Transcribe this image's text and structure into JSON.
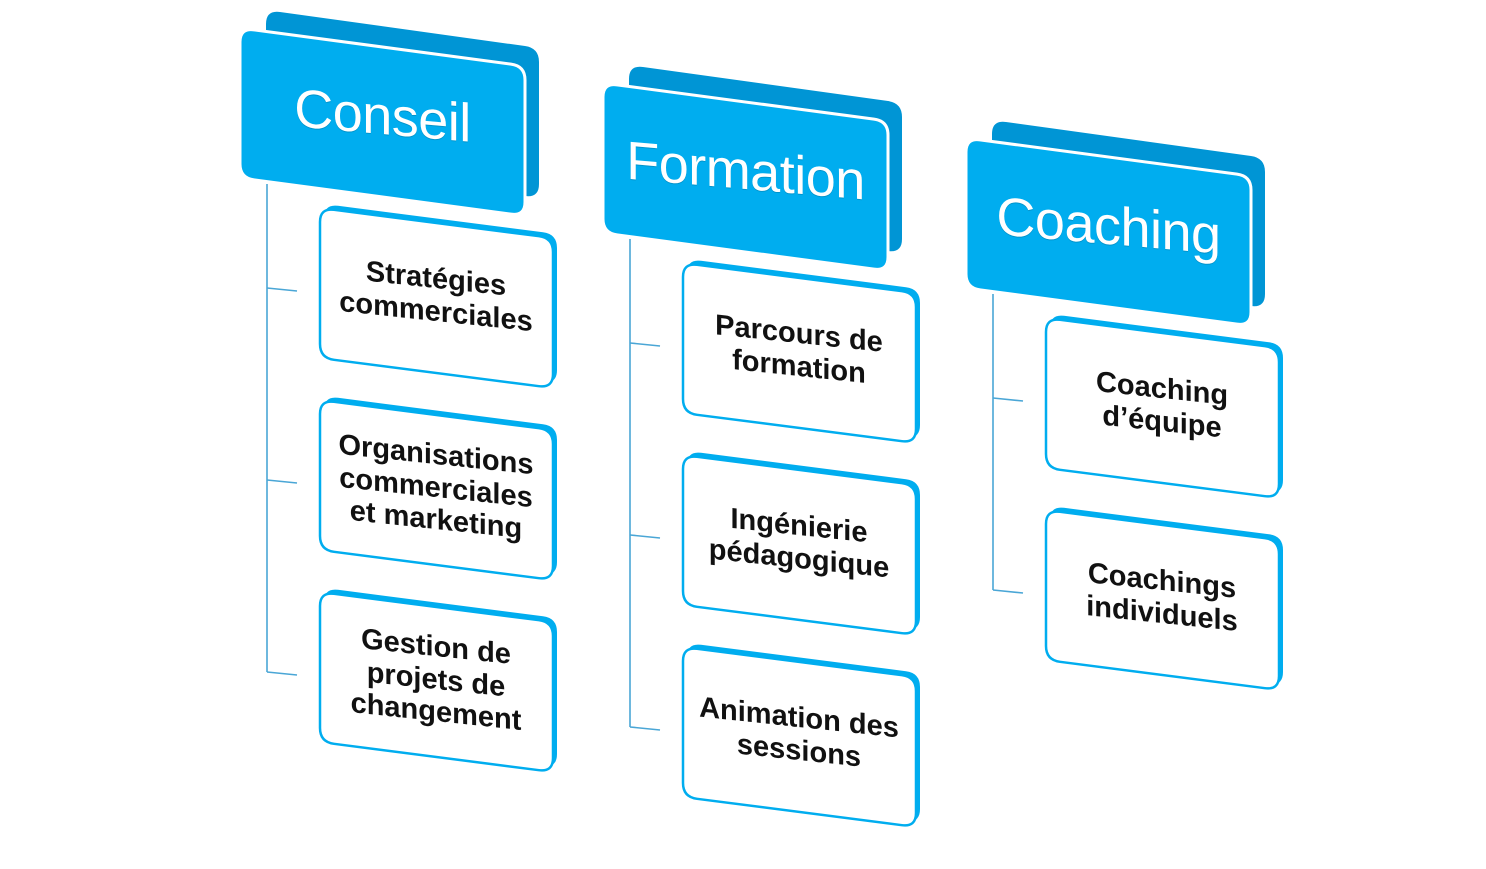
{
  "diagram": {
    "colors": {
      "header_fill": "#00adef",
      "header_side": "#0095d5",
      "header_edge": "#ffffff",
      "child_fill": "#ffffff",
      "child_border": "#00adef",
      "connector": "#4aa6d6",
      "child_text": "#111111",
      "header_text": "#ffffff"
    },
    "columns": [
      {
        "header": "Conseil",
        "children": [
          {
            "label": "Stratégies\ncommerciales"
          },
          {
            "label": "Organisations\ncommerciales\net marketing"
          },
          {
            "label": "Gestion de\nprojets de\nchangement"
          }
        ]
      },
      {
        "header": "Formation",
        "children": [
          {
            "label": "Parcours de\nformation"
          },
          {
            "label": "Ingénierie\npédagogique"
          },
          {
            "label": "Animation des\nsessions"
          }
        ]
      },
      {
        "header": "Coaching",
        "children": [
          {
            "label": "Coaching\nd’équipe"
          },
          {
            "label": "Coachings\nindividuels"
          }
        ]
      }
    ]
  }
}
